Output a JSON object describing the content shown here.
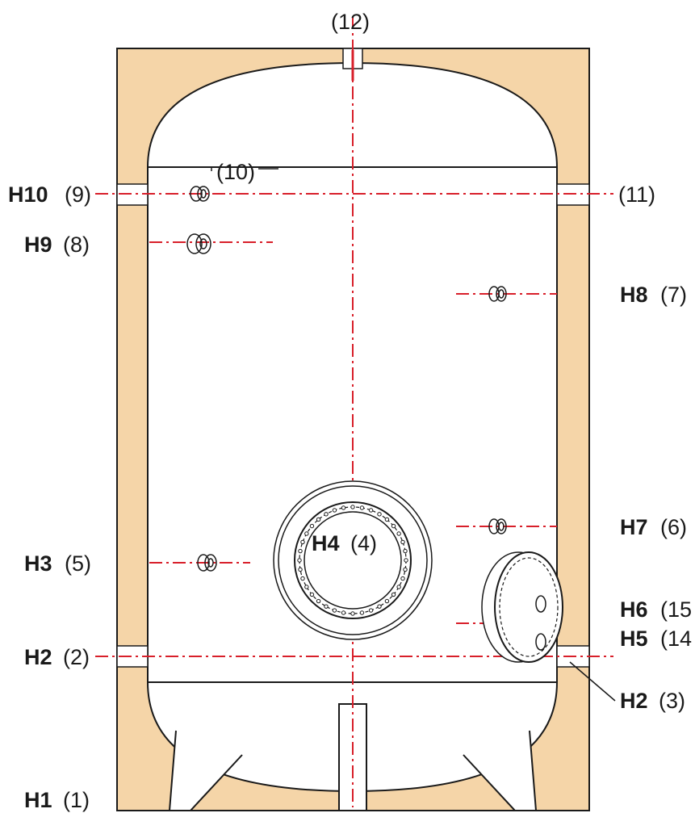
{
  "labels": {
    "top": "(12)",
    "h10": {
      "code": "H10",
      "num": "(9)"
    },
    "h9": {
      "code": "H9",
      "num": "(8)"
    },
    "h8": {
      "code": "H8",
      "num": "(7)"
    },
    "h7": {
      "code": "H7",
      "num": "(6)"
    },
    "h6": {
      "code": "H6",
      "num": "(15"
    },
    "h5": {
      "code": "H5",
      "num": "(14"
    },
    "h4": {
      "code": "H4",
      "num": "(4)"
    },
    "h3": {
      "code": "H3",
      "num": "(5)"
    },
    "h2_left": {
      "code": "H2",
      "num": "(2)"
    },
    "h2_right": {
      "code": "H2",
      "num": "(3)"
    },
    "h1": {
      "code": "H1",
      "num": "(1)"
    },
    "n10": "(10)",
    "n11": "(11)"
  },
  "colors": {
    "insulation": "#f5d5a8",
    "axis": "#d81f2a",
    "outline": "#1a1a1a",
    "tank": "#ffffff"
  }
}
